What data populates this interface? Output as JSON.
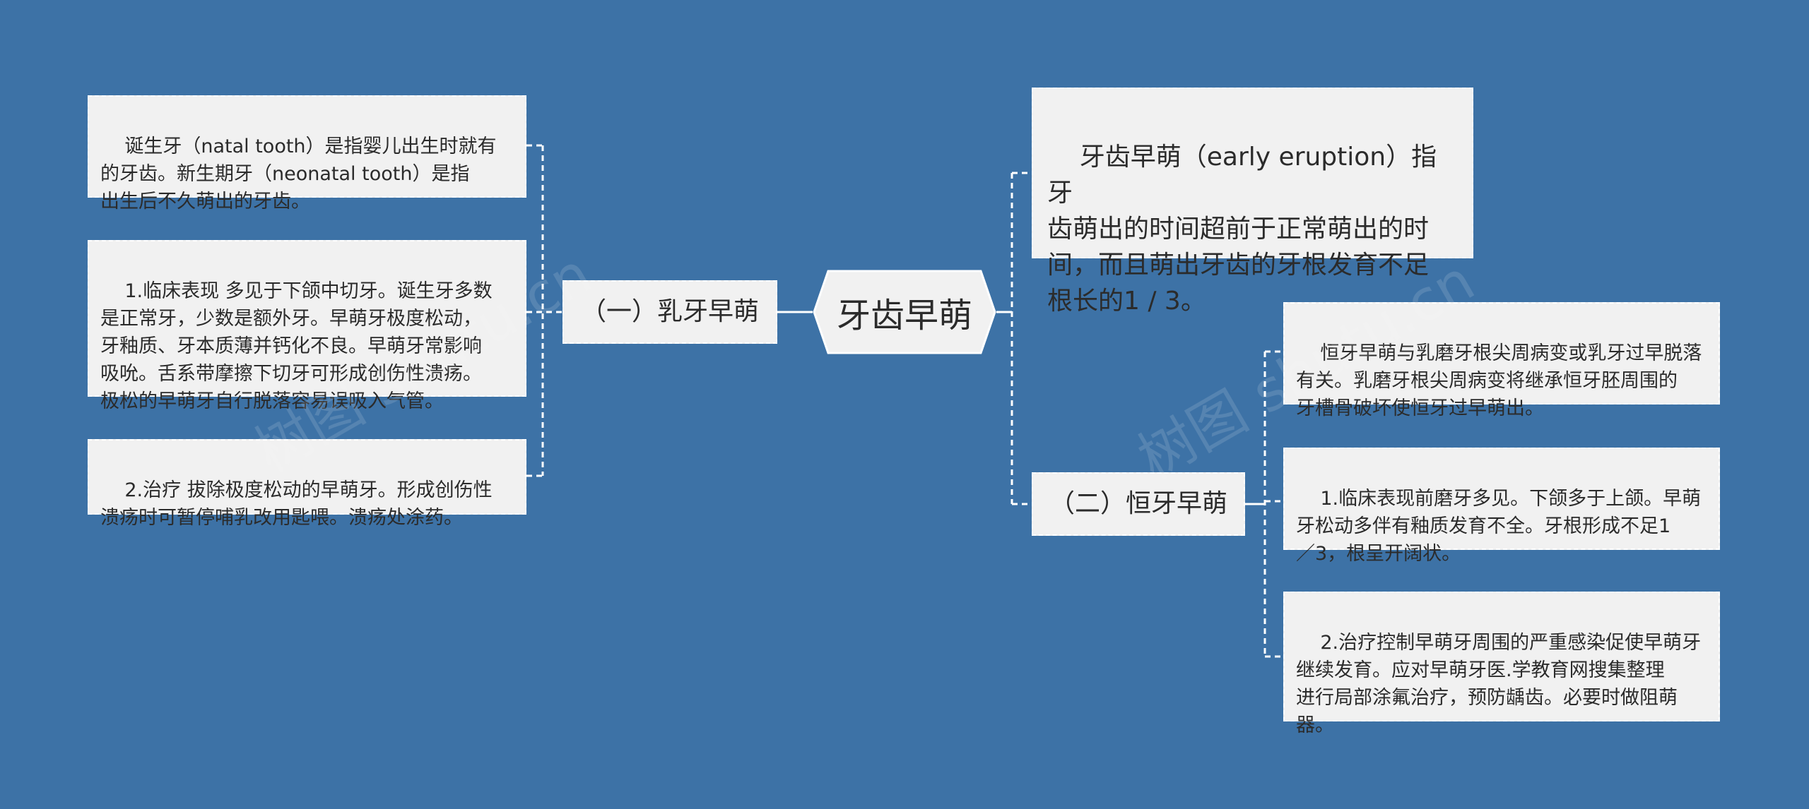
{
  "root": {
    "label": "牙齿早萌"
  },
  "left_branch": {
    "label": "（一）乳牙早萌",
    "items": [
      "诞生牙（natal tooth）是指婴儿出生时就有\n的牙齿。新生期牙（neonatal tooth）是指\n出生后不久萌出的牙齿。",
      "1.临床表现 多见于下颌中切牙。诞生牙多数\n是正常牙，少数是额外牙。早萌牙极度松动，\n牙釉质、牙本质薄并钙化不良。早萌牙常影响\n吸吮。舌系带摩擦下切牙可形成创伤性溃疡。\n极松的早萌牙自行脱落容易误吸入气管。",
      "2.治疗 拔除极度松动的早萌牙。形成创伤性\n溃疡时可暂停哺乳改用匙喂。溃疡处涂药。"
    ]
  },
  "definition": {
    "text": "牙齿早萌（early eruption）指牙\n齿萌出的时间超前于正常萌出的时\n间，而且萌出牙齿的牙根发育不足\n根长的1 / 3。"
  },
  "right_branch": {
    "label": "（二）恒牙早萌",
    "items": [
      "恒牙早萌与乳磨牙根尖周病变或乳牙过早脱落\n有关。乳磨牙根尖周病变将继承恒牙胚周围的\n牙槽骨破坏使恒牙过早萌出。",
      "1.临床表现前磨牙多见。下颌多于上颌。早萌\n牙松动多伴有釉质发育不全。牙根形成不足1\n／3，根呈开阔状。",
      "2.治疗控制早萌牙周围的严重感染促使早萌牙\n继续发育。应对早萌牙医.学教育网搜集整理\n进行局部涂氟治疗，预防龋齿。必要时做阻萌\n器。"
    ]
  },
  "watermarks": [
    "树图 shutu.cn",
    "树图 shutu.cn"
  ],
  "colors": {
    "background": "#3d72a6",
    "node_fill": "#f1f1f1",
    "node_border": "#ffffff",
    "line": "#ffffff"
  }
}
